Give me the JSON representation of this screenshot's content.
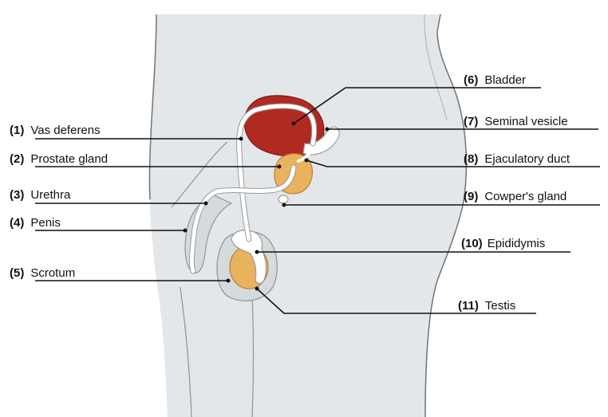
{
  "colors": {
    "body": "#e3e7e9",
    "body_outline": "#6f7478",
    "bladder": "#b02a22",
    "gland": "#e9b25c",
    "duct": "#ffffff",
    "leader": "#111111"
  },
  "labels": [
    {
      "id": "vas-deferens",
      "num": "(1)",
      "text": "Vas deferens"
    },
    {
      "id": "prostate-gland",
      "num": "(2)",
      "text": "Prostate gland"
    },
    {
      "id": "urethra",
      "num": "(3)",
      "text": "Urethra"
    },
    {
      "id": "penis",
      "num": "(4)",
      "text": "Penis"
    },
    {
      "id": "scrotum",
      "num": "(5)",
      "text": "Scrotum"
    },
    {
      "id": "bladder",
      "num": "(6)",
      "text": "Bladder"
    },
    {
      "id": "seminal-vesicle",
      "num": "(7)",
      "text": "Seminal vesicle"
    },
    {
      "id": "ejaculatory-duct",
      "num": "(8)",
      "text": "Ejaculatory duct"
    },
    {
      "id": "cowpers-gland",
      "num": "(9)",
      "text": "Cowper's gland"
    },
    {
      "id": "epididymis",
      "num": "(10)",
      "text": "Epididymis"
    },
    {
      "id": "testis",
      "num": "(11)",
      "text": "Testis"
    }
  ]
}
